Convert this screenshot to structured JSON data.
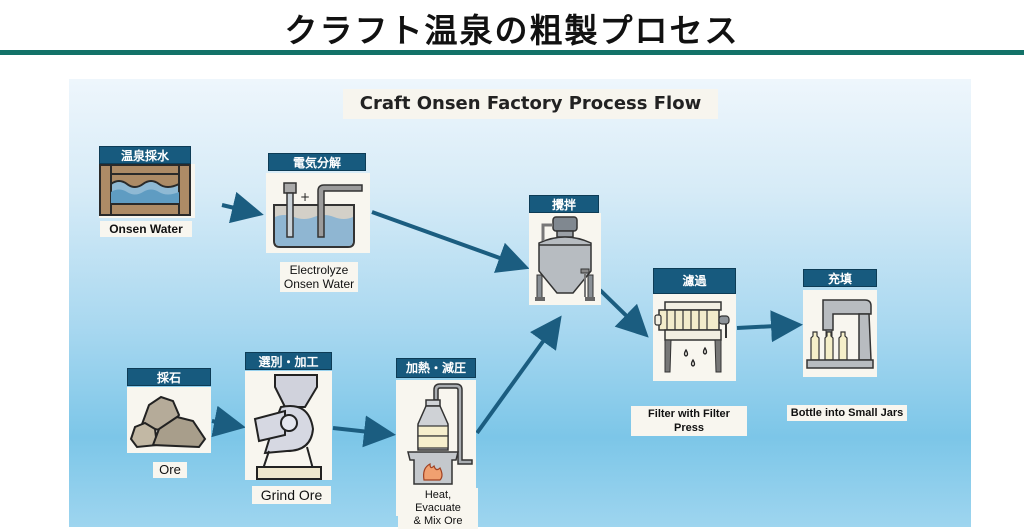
{
  "page_title": "クラフト温泉の粗製プロセス",
  "diagram_title": "Craft Onsen Factory Process Flow",
  "colors": {
    "title_rule": "#137268",
    "tag_bg": "#175a7e",
    "arrow": "#1b5d80",
    "card_bg": "#f8f6ef"
  },
  "steps": [
    {
      "id": "onsen-water",
      "tag": "温泉採水",
      "label": "Onsen Water",
      "icon": "onsen-water-tank-icon"
    },
    {
      "id": "electrolyze",
      "tag": "電気分解",
      "label": "Electrolyze\nOnsen Water",
      "icon": "electrolysis-tank-icon"
    },
    {
      "id": "stir",
      "tag": "攪拌",
      "label": "",
      "icon": "mixing-tank-icon"
    },
    {
      "id": "filter",
      "tag": "濾過",
      "label": "Filter with Filter Press",
      "icon": "filter-press-icon"
    },
    {
      "id": "fill",
      "tag": "充填",
      "label": "Bottle into Small Jars",
      "icon": "bottling-machine-icon"
    },
    {
      "id": "ore",
      "tag": "採石",
      "label": "Ore",
      "icon": "ore-rocks-icon"
    },
    {
      "id": "grind",
      "tag": "選別・加工",
      "label": "Grind Ore",
      "icon": "grinder-icon"
    },
    {
      "id": "heat",
      "tag": "加熱・減圧",
      "label": "Heat, Evacuate\n& Mix Ore",
      "icon": "distillation-flask-icon"
    }
  ],
  "flows": [
    {
      "from": "onsen-water",
      "to": "electrolyze"
    },
    {
      "from": "electrolyze",
      "to": "stir"
    },
    {
      "from": "ore",
      "to": "grind"
    },
    {
      "from": "grind",
      "to": "heat"
    },
    {
      "from": "heat",
      "to": "stir"
    },
    {
      "from": "stir",
      "to": "filter"
    },
    {
      "from": "filter",
      "to": "fill"
    }
  ]
}
